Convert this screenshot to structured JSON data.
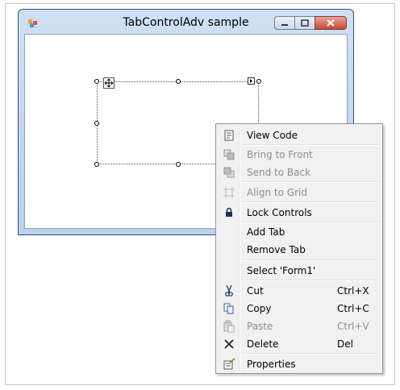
{
  "window": {
    "title": "TabControlAdv sample"
  },
  "menu": {
    "items": [
      {
        "label": "View Code",
        "shortcut": "",
        "icon": "view-code-icon",
        "enabled": true
      },
      {
        "label": "Bring to Front",
        "shortcut": "",
        "icon": "bring-to-front-icon",
        "enabled": false
      },
      {
        "label": "Send to Back",
        "shortcut": "",
        "icon": "send-to-back-icon",
        "enabled": false
      },
      {
        "label": "Align to Grid",
        "shortcut": "",
        "icon": "align-to-grid-icon",
        "enabled": false
      },
      {
        "label": "Lock Controls",
        "shortcut": "",
        "icon": "lock-icon",
        "enabled": true
      },
      {
        "label": "Add Tab",
        "shortcut": "",
        "icon": "",
        "enabled": true
      },
      {
        "label": "Remove Tab",
        "shortcut": "",
        "icon": "",
        "enabled": true
      },
      {
        "label": "Select 'Form1'",
        "shortcut": "",
        "icon": "",
        "enabled": true
      },
      {
        "label": "Cut",
        "shortcut": "Ctrl+X",
        "icon": "scissors-icon",
        "enabled": true
      },
      {
        "label": "Copy",
        "shortcut": "Ctrl+C",
        "icon": "copy-icon",
        "enabled": true
      },
      {
        "label": "Paste",
        "shortcut": "Ctrl+V",
        "icon": "paste-icon",
        "enabled": false
      },
      {
        "label": "Delete",
        "shortcut": "Del",
        "icon": "delete-x-icon",
        "enabled": true
      },
      {
        "label": "Properties",
        "shortcut": "",
        "icon": "properties-icon",
        "enabled": true
      }
    ]
  },
  "colors": {
    "menu_bg": "#f1f1f1",
    "disabled_text": "#8d8d8d",
    "title_bar": "#c4d8ef",
    "close_button": "#c14a34"
  }
}
